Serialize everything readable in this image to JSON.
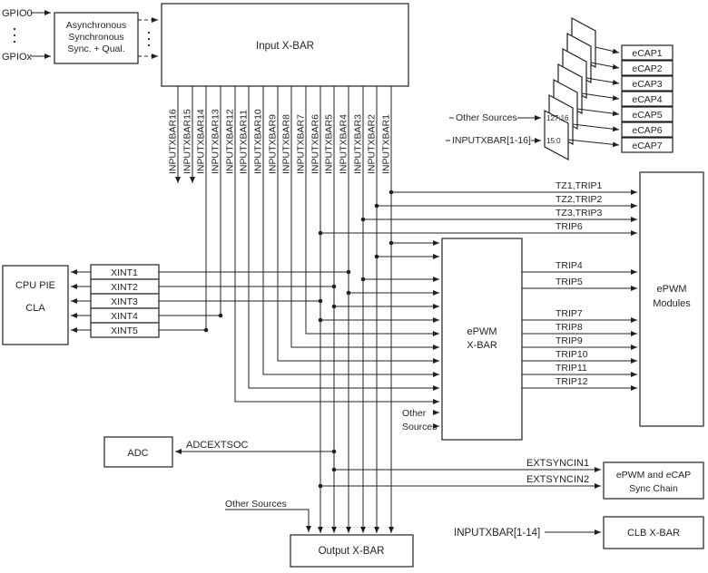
{
  "colors": {
    "line": "#231f20",
    "box_fill": "#ffffff",
    "background": "#ffffff"
  },
  "gpio": {
    "top": "GPIO0",
    "bottom": "GPIOx"
  },
  "async_box": {
    "line1": "Asynchronous",
    "line2": "Synchronous",
    "line3": "Sync. + Qual."
  },
  "input_xbar": {
    "label": "Input X-BAR"
  },
  "input_signals": [
    "INPUTXBAR16",
    "INPUTXBAR15",
    "INPUTXBAR14",
    "INPUTXBAR13",
    "INPUTXBAR12",
    "INPUTXBAR11",
    "INPUTXBAR10",
    "INPUTXBAR9",
    "INPUTXBAR8",
    "INPUTXBAR7",
    "INPUTXBAR6",
    "INPUTXBAR5",
    "INPUTXBAR4",
    "INPUTXBAR3",
    "INPUTXBAR2",
    "INPUTXBAR1"
  ],
  "ecap_section": {
    "other_sources": "Other Sources",
    "inputxbar_range": "INPUTXBAR[1-16]",
    "mux_high": "127:16",
    "mux_low": "15:0",
    "modules": [
      "eCAP1",
      "eCAP2",
      "eCAP3",
      "eCAP4",
      "eCAP5",
      "eCAP6",
      "eCAP7"
    ]
  },
  "cpu_box": {
    "line1": "CPU PIE",
    "line2": "CLA"
  },
  "xint_signals": [
    "XINT1",
    "XINT2",
    "XINT3",
    "XINT4",
    "XINT5"
  ],
  "adc": {
    "label": "ADC",
    "signal": "ADCEXTSOC"
  },
  "epwm_xbar": {
    "line1": "ePWM",
    "line2": "X-BAR"
  },
  "epwm_xbar_other": {
    "line1": "Other",
    "line2": "Sources"
  },
  "epwm_modules": {
    "line1": "ePWM",
    "line2": "Modules"
  },
  "tz_signals": [
    "TZ1,TRIP1",
    "TZ2,TRIP2",
    "TZ3,TRIP3",
    "TRIP6"
  ],
  "trip_signals": [
    "TRIP4",
    "TRIP5",
    "TRIP7",
    "TRIP8",
    "TRIP9",
    "TRIP10",
    "TRIP11",
    "TRIP12"
  ],
  "sync_section": {
    "in1": "EXTSYNCIN1",
    "in2": "EXTSYNCIN2",
    "box_line1": "ePWM and eCAP",
    "box_line2": "Sync Chain"
  },
  "clb_section": {
    "signal": "INPUTXBAR[1-14]",
    "box": "CLB X-BAR"
  },
  "output_xbar": {
    "label": "Output X-BAR",
    "other_sources": "Other Sources"
  }
}
